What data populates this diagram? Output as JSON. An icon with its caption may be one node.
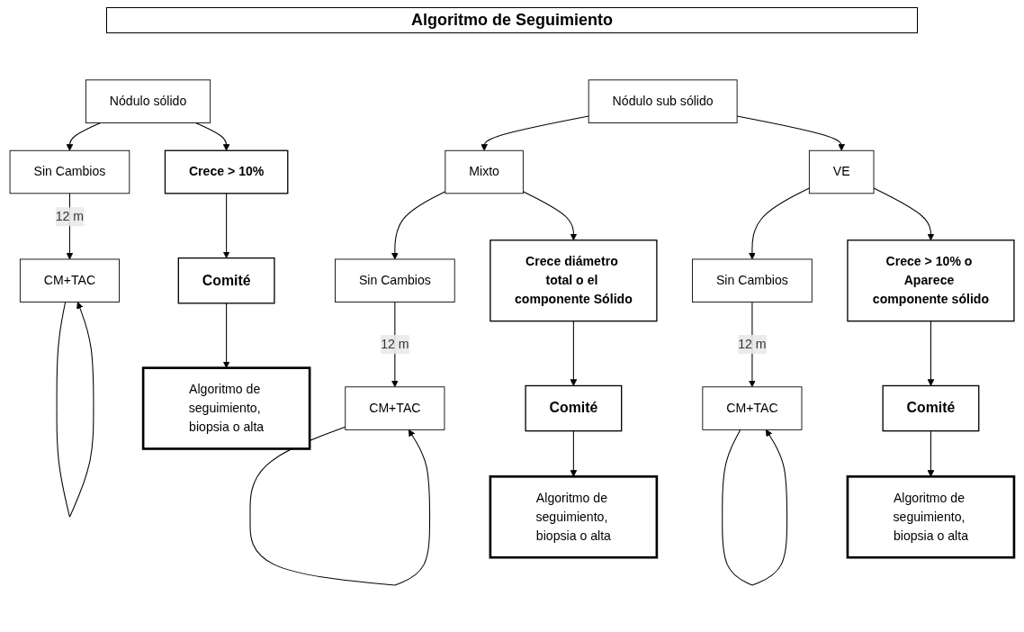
{
  "diagram": {
    "title": "Algoritmo de Seguimiento",
    "nodes": [
      {
        "text": [
          "Nódulo sólido"
        ]
      },
      {
        "text": [
          "Sin Cambios"
        ]
      },
      {
        "text": [
          "Crece > 10%"
        ]
      },
      {
        "text": [
          "CM+TAC"
        ]
      },
      {
        "text": [
          "Comité"
        ]
      },
      {
        "text": [
          "Algoritmo de seguimiento, biopsia o alta"
        ]
      },
      {
        "text": [
          "Nódulo sub sólido"
        ]
      },
      {
        "text": [
          "Mixto"
        ]
      },
      {
        "text": [
          "VE"
        ]
      },
      {
        "text": [
          "Sin Cambios"
        ]
      },
      {
        "text": [
          "Crece diámetro total o el componente Sólido"
        ]
      },
      {
        "text": [
          "CM+TAC"
        ]
      },
      {
        "text": [
          "Comité"
        ]
      },
      {
        "text": [
          "Algoritmo de seguimiento, biopsia o alta"
        ]
      },
      {
        "text": [
          "Sin Cambios"
        ]
      },
      {
        "text": [
          "Crece > 10% o Aparece componente sólido"
        ]
      },
      {
        "text": [
          "CM+TAC"
        ]
      },
      {
        "text": [
          "Comité"
        ]
      },
      {
        "text": [
          "Algoritmo de seguimiento, biopsia o alta"
        ]
      }
    ],
    "edges": [
      {
        "from": 0,
        "to": 1,
        "arrow": "to"
      },
      {
        "from": 0,
        "to": 2,
        "arrow": "to"
      },
      {
        "from": 1,
        "to": 3,
        "label": "12 m",
        "arrow": "to"
      },
      {
        "from": 2,
        "to": 4,
        "arrow": "to"
      },
      {
        "from": 4,
        "to": 5,
        "arrow": "to"
      },
      {
        "from": 6,
        "to": 7,
        "arrow": "to"
      },
      {
        "from": 6,
        "to": 8,
        "arrow": "to"
      },
      {
        "from": 7,
        "to": 9,
        "arrow": "to"
      },
      {
        "from": 7,
        "to": 10,
        "arrow": "to"
      },
      {
        "from": 9,
        "to": 11,
        "label": "12 m",
        "arrow": "to"
      },
      {
        "from": 10,
        "to": 12,
        "arrow": "to"
      },
      {
        "from": 12,
        "to": 13,
        "arrow": "to"
      },
      {
        "from": 8,
        "to": 14,
        "arrow": "to"
      },
      {
        "from": 8,
        "to": 15,
        "arrow": "to"
      },
      {
        "from": 14,
        "to": 16,
        "label": "12 m",
        "arrow": "to"
      },
      {
        "from": 15,
        "to": 17,
        "arrow": "to"
      },
      {
        "from": 17,
        "to": 18,
        "arrow": "to"
      },
      {
        "from": 3,
        "to": 3,
        "arrow": "to"
      },
      {
        "from": 11,
        "to": 11,
        "arrow": "to"
      },
      {
        "from": 16,
        "to": 16,
        "arrow": "to"
      }
    ]
  }
}
